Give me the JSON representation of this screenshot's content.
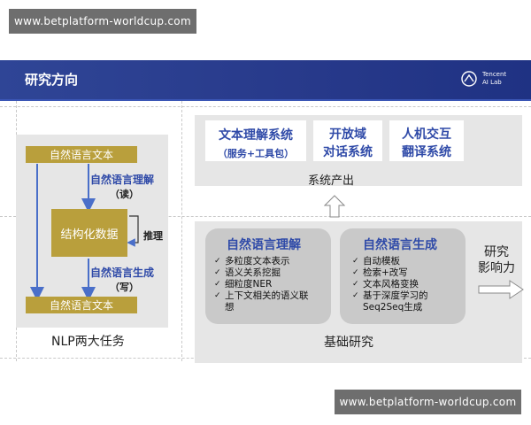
{
  "watermark_top": "www.betplatform-worldcup.com",
  "watermark_bottom": "www.betplatform-worldcup.com",
  "slide": {
    "title": "研究方向",
    "logo": {
      "line1": "Tencent",
      "line2": "AI Lab"
    }
  },
  "left_panel": {
    "text_top": "自然语言文本",
    "understand_label": "自然语言理解",
    "read_label": "（读）",
    "structured": "结构化数据",
    "reason_label": "推理",
    "generate_label": "自然语言生成",
    "write_label": "（写）",
    "text_bottom": "自然语言文本",
    "caption": "NLP两大任务"
  },
  "system_output": {
    "boxes": [
      {
        "line1": "文本理解系统",
        "line2": "（服务+工具包）"
      },
      {
        "line1": "开放域",
        "line2": "对话系统"
      },
      {
        "line1": "人机交互",
        "line2": "翻译系统"
      }
    ],
    "caption": "系统产出"
  },
  "basic_research": {
    "understanding": {
      "title": "自然语言理解",
      "items": [
        "多粒度文本表示",
        "语义关系挖掘",
        "细粒度NER",
        "上下文相关的语义联",
        "想"
      ]
    },
    "generation": {
      "title": "自然语言生成",
      "items": [
        "自动模板",
        "检索+改写",
        "文本风格变换",
        "基于深度学习的",
        "Seq2Seq生成"
      ]
    },
    "caption": "基础研究"
  },
  "impact": {
    "line1": "研究",
    "line2": "影响力"
  },
  "colors": {
    "header": "#2a3f8c",
    "accent_blue": "#2f4aa8",
    "gold": "#b99f3c",
    "panel": "#e6e6e6",
    "card": "#c9c9c9"
  }
}
